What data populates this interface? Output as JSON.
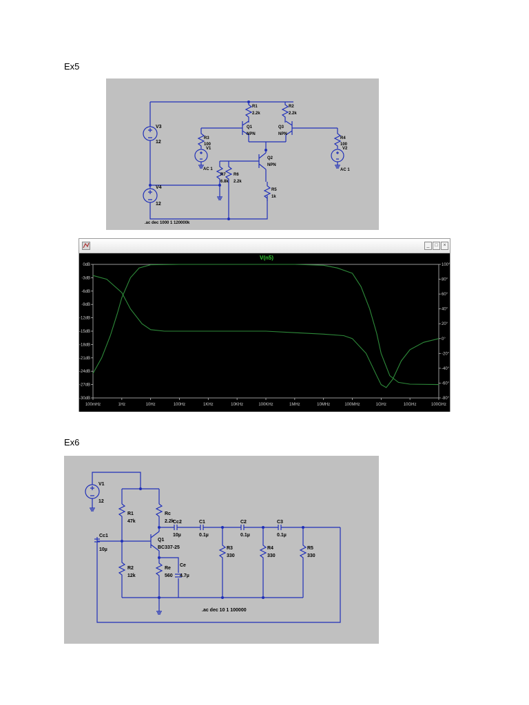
{
  "sections": [
    {
      "heading": "Ex5"
    },
    {
      "heading": "Ex6"
    }
  ],
  "ex5_schematic": {
    "components": {
      "V3": {
        "name": "V3",
        "value": "12"
      },
      "V4": {
        "name": "V4",
        "value": "12"
      },
      "R1": {
        "name": "R1",
        "value": "2.2k"
      },
      "R2": {
        "name": "R2",
        "value": "2.2k"
      },
      "R3": {
        "name": "R3",
        "value": "100"
      },
      "V1": {
        "name": "V1",
        "value": "AC 1"
      },
      "R4": {
        "name": "R4",
        "value": "100"
      },
      "V2": {
        "name": "V2",
        "value": "AC 1"
      },
      "Q1": {
        "name": "Q1",
        "value": "NPN"
      },
      "Q3": {
        "name": "Q3",
        "value": "NPN"
      },
      "Q2": {
        "name": "Q2",
        "value": "NPN"
      },
      "R7": {
        "name": "R7",
        "value": "6.8k"
      },
      "R6": {
        "name": "R6",
        "value": "2.2k"
      },
      "R5": {
        "name": "R5",
        "value": "1k"
      }
    },
    "directive": ".ac dec 1000 1 120000k"
  },
  "plot_window": {
    "trace_label": "V(n5)",
    "colors": {
      "background": "#000000",
      "trace": "#2e8b3a",
      "label": "#33cc33",
      "axes": "#bdbdbd"
    },
    "icon": "ltspice-app-icon",
    "buttons": [
      "minimize-icon",
      "maximize-icon",
      "close-icon"
    ]
  },
  "chart_data": {
    "type": "line",
    "title": "V(n5)",
    "x_scale": "log",
    "x_ticks": [
      "100mHz",
      "1Hz",
      "10Hz",
      "100Hz",
      "1KHz",
      "10KHz",
      "100KHz",
      "1MHz",
      "10MHz",
      "100MHz",
      "1GHz",
      "10GHz",
      "100GHz"
    ],
    "x_range": [
      "100mHz",
      "100GHz"
    ],
    "y_left_ticks": [
      "0dB",
      "-3dB",
      "-6dB",
      "-9dB",
      "-12dB",
      "-15dB",
      "-18dB",
      "-21dB",
      "-24dB",
      "-27dB",
      "-30dB"
    ],
    "y_left_range": [
      -30,
      0
    ],
    "y_right_ticks": [
      "100°",
      "80°",
      "60°",
      "40°",
      "20°",
      "0°",
      "-20°",
      "-40°",
      "-60°",
      "-80°"
    ],
    "y_right_range": [
      -80,
      100
    ],
    "series": [
      {
        "kind": "magnitude",
        "points": [
          [
            0.1,
            -24.5
          ],
          [
            0.2,
            -21
          ],
          [
            0.4,
            -16
          ],
          [
            0.7,
            -11
          ],
          [
            1.0,
            -7.5
          ],
          [
            2,
            -3
          ],
          [
            4,
            -0.8
          ],
          [
            10,
            -0.1
          ],
          [
            100,
            0
          ],
          [
            100000.0,
            0
          ],
          [
            1000000.0,
            0
          ],
          [
            10000000.0,
            -0.2
          ],
          [
            30000000.0,
            -0.8
          ],
          [
            100000000.0,
            -2
          ],
          [
            200000000.0,
            -5
          ],
          [
            400000000.0,
            -10
          ],
          [
            700000000.0,
            -15.5
          ],
          [
            1000000000.0,
            -20
          ],
          [
            2000000000.0,
            -25
          ],
          [
            4000000000.0,
            -26.5
          ],
          [
            10000000000.0,
            -26.9
          ],
          [
            100000000000.0,
            -27
          ]
        ]
      },
      {
        "kind": "phase",
        "points": [
          [
            0.1,
            85
          ],
          [
            0.3,
            80
          ],
          [
            1,
            62
          ],
          [
            2,
            40
          ],
          [
            5,
            20
          ],
          [
            10,
            12
          ],
          [
            30,
            10
          ],
          [
            100,
            10
          ],
          [
            100000.0,
            10
          ],
          [
            1000000.0,
            8
          ],
          [
            10000000.0,
            6
          ],
          [
            50000000.0,
            4
          ],
          [
            100000000.0,
            0
          ],
          [
            300000000.0,
            -20
          ],
          [
            700000000.0,
            -50
          ],
          [
            1000000000.0,
            -62
          ],
          [
            1500000000.0,
            -66
          ],
          [
            2500000000.0,
            -55
          ],
          [
            5000000000.0,
            -30
          ],
          [
            10000000000.0,
            -15
          ],
          [
            30000000000.0,
            -5
          ],
          [
            100000000000.0,
            0
          ]
        ]
      }
    ]
  },
  "ex6_schematic": {
    "components": {
      "V1": {
        "name": "V1",
        "value": "12"
      },
      "R1": {
        "name": "R1",
        "value": "47k"
      },
      "Rc": {
        "name": "Rc",
        "value": "2.2k"
      },
      "Cc2": {
        "name": "Cc2",
        "value": "10µ"
      },
      "C1": {
        "name": "C1",
        "value": "0.1µ"
      },
      "C2": {
        "name": "C2",
        "value": "0.1µ"
      },
      "C3": {
        "name": "C3",
        "value": "0.1µ"
      },
      "Cc1": {
        "name": "Cc1",
        "value": "10µ"
      },
      "Q1": {
        "name": "Q1",
        "value": "BC337-25"
      },
      "R2": {
        "name": "R2",
        "value": "12k"
      },
      "Re": {
        "name": "Re",
        "value": "560"
      },
      "Ce": {
        "name": "Ce",
        "value": "4.7µ"
      },
      "R3": {
        "name": "R3",
        "value": "330"
      },
      "R4": {
        "name": "R4",
        "value": "330"
      },
      "R5": {
        "name": "R5",
        "value": "330"
      }
    },
    "directive": ".ac dec 10 1 100000"
  }
}
